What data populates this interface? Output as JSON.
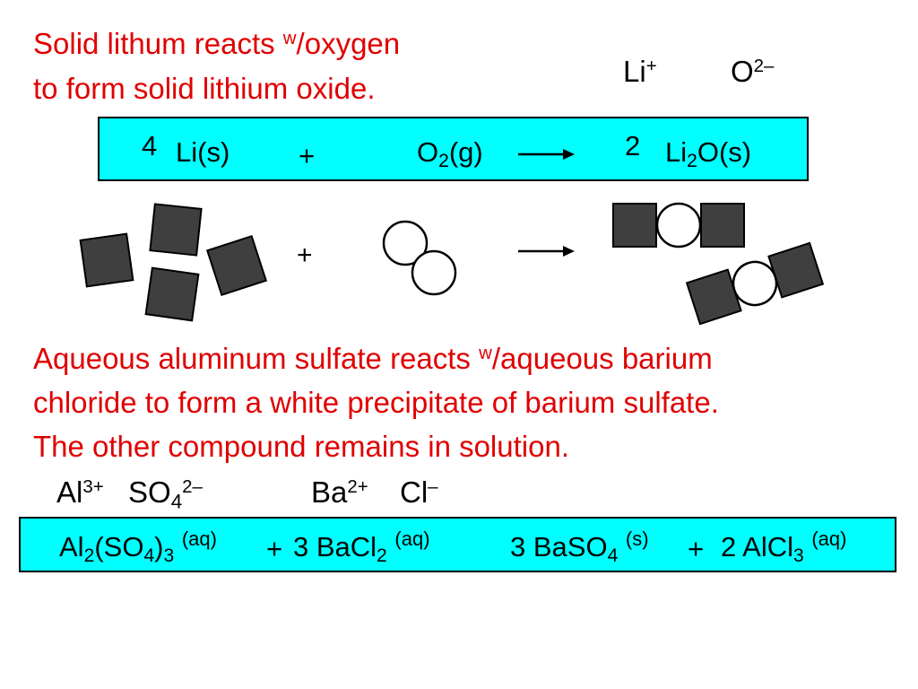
{
  "intro1": {
    "line1_pre": "Solid lithum reacts ",
    "line1_w": "w",
    "line1_post": "/oxygen",
    "line2": "to form solid lithium oxide."
  },
  "ions1": {
    "li": "Li",
    "li_charge": "+",
    "o": "O",
    "o_charge": "2–"
  },
  "eq1": {
    "coef_li": "4",
    "li": "Li(s)",
    "plus": "+",
    "o2_main": "O",
    "o2_sub": "2",
    "o2_state": "(g)",
    "coef_prod": "2",
    "prod_a": "Li",
    "prod_sub": "2",
    "prod_b": "O(s)"
  },
  "diagram": {
    "plus": "+"
  },
  "intro2": {
    "line1_pre": "Aqueous aluminum sulfate reacts ",
    "line1_w": "w",
    "line1_post": "/aqueous barium",
    "line2": "chloride to form a white precipitate of barium sulfate.",
    "line3": "The other compound remains in solution."
  },
  "ions2": {
    "al": "Al",
    "al_charge": "3+",
    "so4": "SO",
    "so4_sub": "4",
    "so4_charge": "2–",
    "ba": "Ba",
    "ba_charge": "2+",
    "cl": "Cl",
    "cl_charge": "–"
  },
  "eq2": {
    "r1_a": "Al",
    "r1_sub1": "2",
    "r1_b": "(SO",
    "r1_sub2": "4",
    "r1_c": ")",
    "r1_sub3": "3",
    "r1_state": "(aq)",
    "plus1": "+",
    "r2": "3 BaCl",
    "r2_sub": "2",
    "r2_state": "(aq)",
    "p1": "3 BaSO",
    "p1_sub": "4",
    "p1_state": "(s)",
    "plus2": "+",
    "p2": "2 AlCl",
    "p2_sub": "3",
    "p2_state": "(aq)"
  },
  "colors": {
    "text_red": "#e00000",
    "box_cyan": "#00ffff",
    "square_fill": "#3f3f3f"
  }
}
